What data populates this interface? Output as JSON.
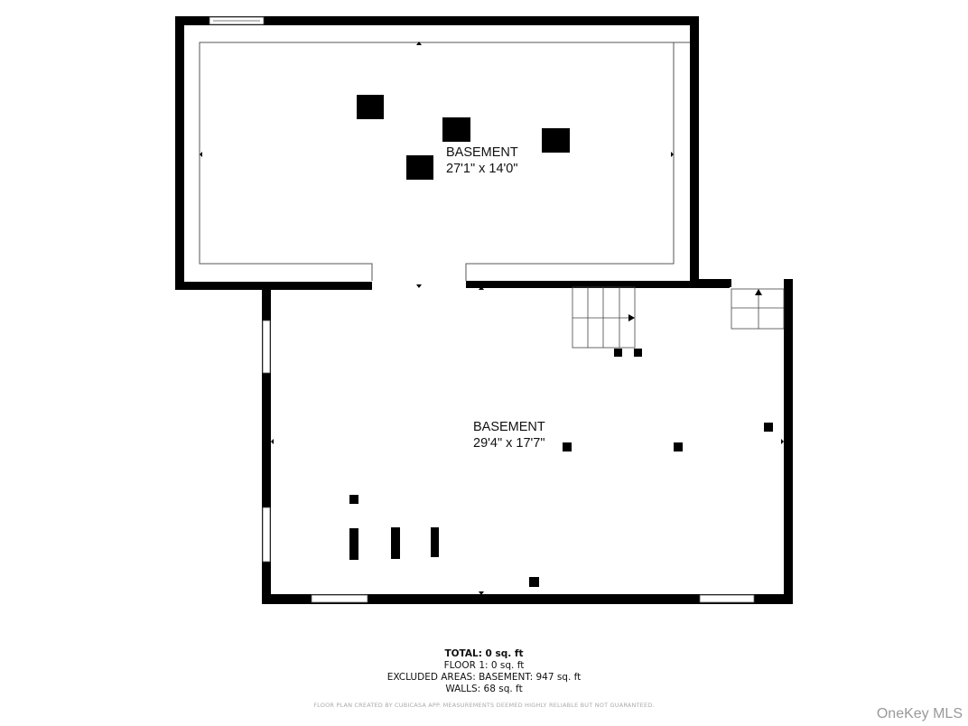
{
  "rooms": [
    {
      "name": "BASEMENT",
      "dimensions": "27'1\" x 14'0\""
    },
    {
      "name": "BASEMENT",
      "dimensions": "29'4\" x 17'7\""
    }
  ],
  "summary": {
    "total": "TOTAL: 0 sq. ft",
    "floor1": "FLOOR 1: 0 sq. ft",
    "excluded": "EXCLUDED AREAS: BASEMENT: 947 sq. ft",
    "walls": "WALLS: 68 sq. ft"
  },
  "disclaimer": "FLOOR PLAN CREATED BY CUBICASA APP. MEASUREMENTS DEEMED HIGHLY RELIABLE BUT NOT GUARANTEED.",
  "watermark": "OneKey MLS",
  "colors": {
    "wall": "#000000",
    "background": "#ffffff"
  }
}
